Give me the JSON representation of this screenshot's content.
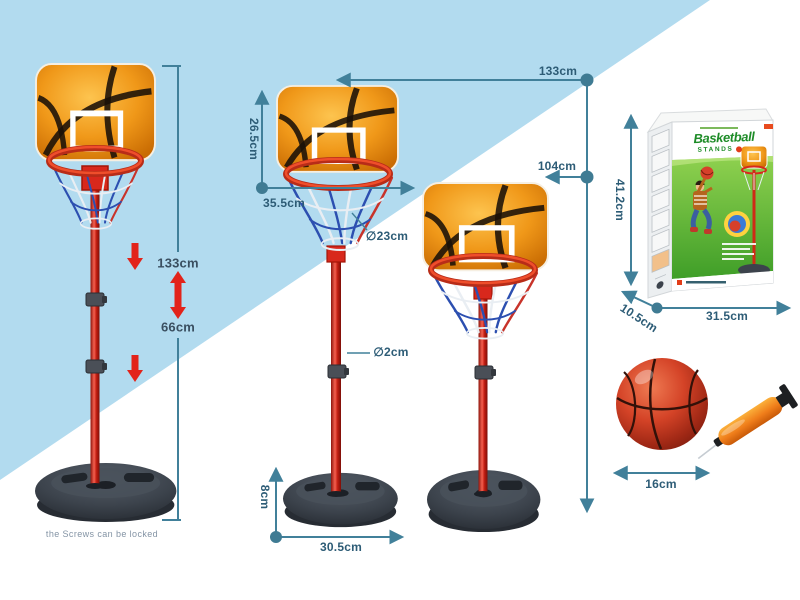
{
  "colors": {
    "sky_blue": "#b2dbef",
    "dimension_text": "#2d5c76",
    "dimension_line": "#41809a",
    "alert_arrow_red": "#e2231a",
    "logo_green": "#1e8c28",
    "pole_red": "#c21e12",
    "base_gray": "#3c434c"
  },
  "annotations": {
    "left_max_height": "133cm",
    "left_min_height": "66cm",
    "screws_note": "the Screws  can be locked",
    "tall_height": "133cm",
    "short_height": "104cm",
    "backboard_height": "26.5cm",
    "backboard_width": "35.5cm",
    "hoop_diameter": "∅23cm",
    "pole_diameter": "∅2cm",
    "base_height": "8cm",
    "base_diameter": "30.5cm",
    "box_height": "41.2cm",
    "box_depth": "10.5cm",
    "box_width": "31.5cm",
    "ball_diameter": "16cm"
  },
  "box": {
    "title": "Basketball",
    "subtitle": "STANDS"
  }
}
